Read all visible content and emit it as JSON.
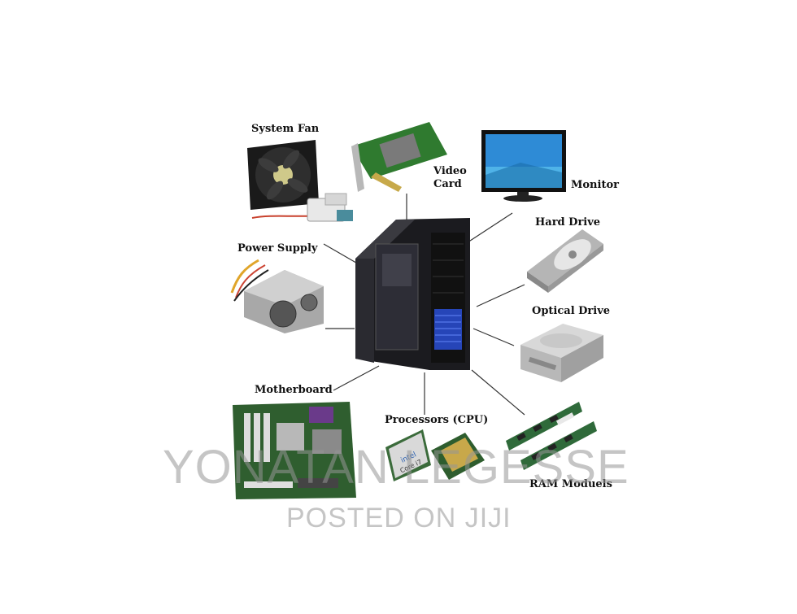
{
  "labels": {
    "system_fan": "System Fan",
    "video_card_line1": "Video",
    "video_card_line2": "Card",
    "monitor": "Monitor",
    "hard_drive": "Hard Drive",
    "power_supply": "Power Supply",
    "optical_drive": "Optical Drive",
    "motherboard": "Motherboard",
    "processors": "Processors (CPU)",
    "ram": "RAM Moduels"
  },
  "watermark": {
    "line1": "YONATAN LEGESSE",
    "line2": "POSTED ON JIJI"
  },
  "cpu_chip_text": "Core i7",
  "cpu_brand_text": "intel"
}
